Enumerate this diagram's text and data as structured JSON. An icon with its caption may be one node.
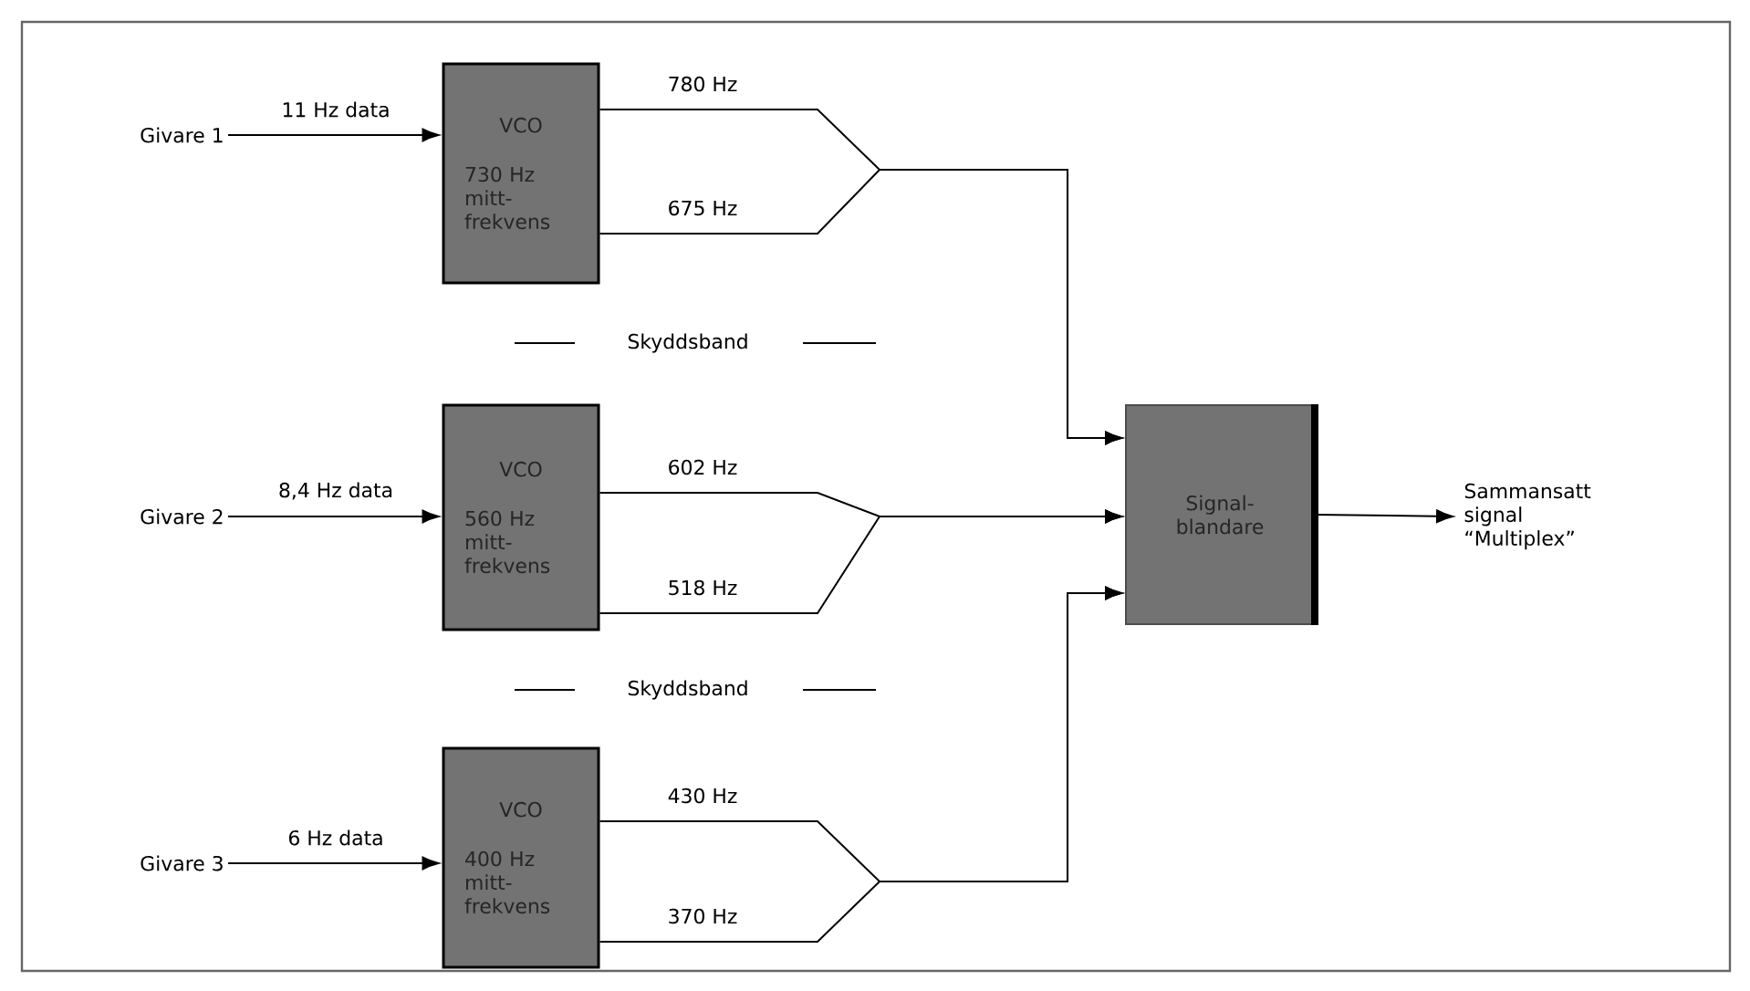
{
  "diagram": {
    "nodes": [
      {
        "text": [
          "Givare 1"
        ]
      },
      {
        "text": [
          "VCO",
          "730 Hz mitt- frekvens"
        ]
      },
      {
        "text": [
          "Givare 2"
        ]
      },
      {
        "text": [
          "VCO",
          "560 Hz mitt- frekvens"
        ]
      },
      {
        "text": [
          "Givare 3"
        ]
      },
      {
        "text": [
          "VCO",
          "400 Hz mitt- frekvens"
        ]
      },
      {
        "text": [
          "Signal- blandare"
        ]
      },
      {
        "text": [
          "Sammansatt signal “Multiplex”"
        ]
      }
    ],
    "edges": [
      {
        "from": 0,
        "to": 1,
        "arrow": "to",
        "label": "11 Hz data"
      },
      {
        "from": 2,
        "to": 3,
        "arrow": "to",
        "label": "8,4 Hz data"
      },
      {
        "from": 4,
        "to": 5,
        "arrow": "to",
        "label": "6 Hz data"
      },
      {
        "from": 1,
        "to": 6,
        "arrow": "to",
        "label": "780 Hz"
      },
      {
        "from": 1,
        "to": 6,
        "arrow": "to",
        "label": "675 Hz"
      },
      {
        "from": 3,
        "to": 6,
        "arrow": "to",
        "label": "602 Hz"
      },
      {
        "from": 3,
        "to": 6,
        "arrow": "to",
        "label": "518 Hz"
      },
      {
        "from": 5,
        "to": 6,
        "arrow": "to",
        "label": "430 Hz"
      },
      {
        "from": 5,
        "to": 6,
        "arrow": "to",
        "label": "370 Hz"
      },
      {
        "from": 6,
        "to": 7,
        "arrow": "to"
      }
    ],
    "labels": [
      "Skyddsband",
      "Skyddsband"
    ]
  }
}
